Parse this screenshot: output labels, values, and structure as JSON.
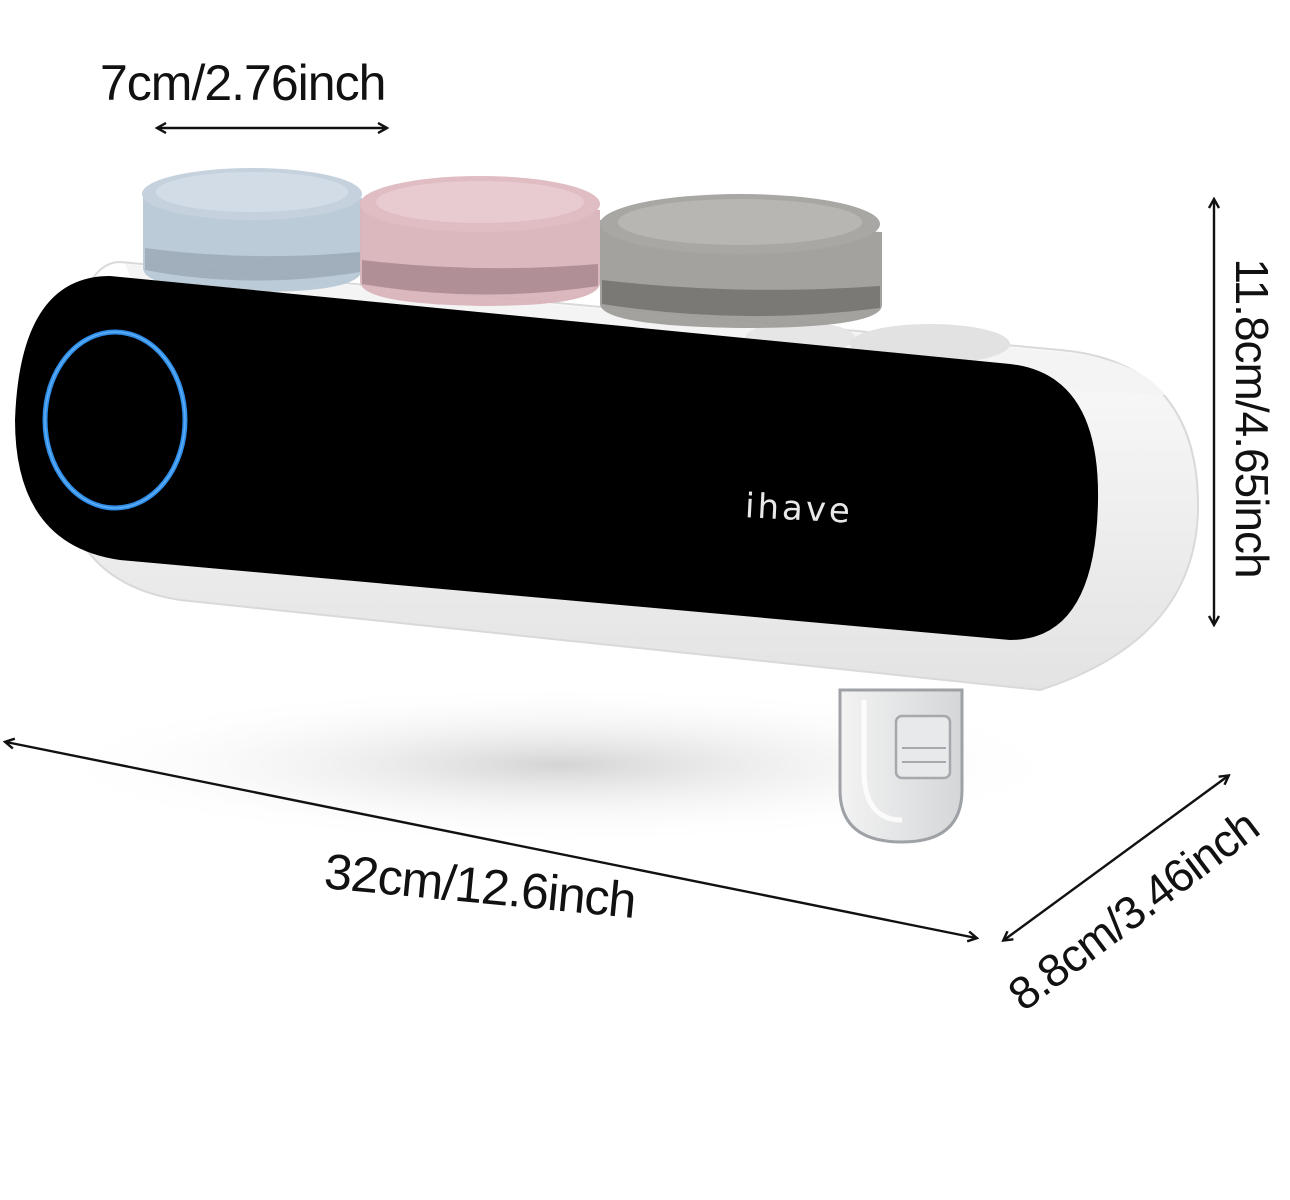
{
  "product": {
    "brand": "ihave",
    "panel_color": "#000000",
    "body_color": "#f2f2f2",
    "ring_color": "#2f8fe8",
    "cups": [
      {
        "name": "blue",
        "color": "#a9bed0"
      },
      {
        "name": "pink",
        "color": "#d6a9b2"
      },
      {
        "name": "gray",
        "color": "#9a9a96"
      }
    ]
  },
  "dimensions": {
    "cup_width": "7cm/2.76inch",
    "height": "11.8cm/4.65inch",
    "width": "32cm/12.6inch",
    "depth": "8.8cm/3.46inch"
  },
  "icons": {
    "arrow": "double-headed-arrow-icon",
    "ring": "sensor-ring-icon",
    "hook": "hook-icon"
  }
}
